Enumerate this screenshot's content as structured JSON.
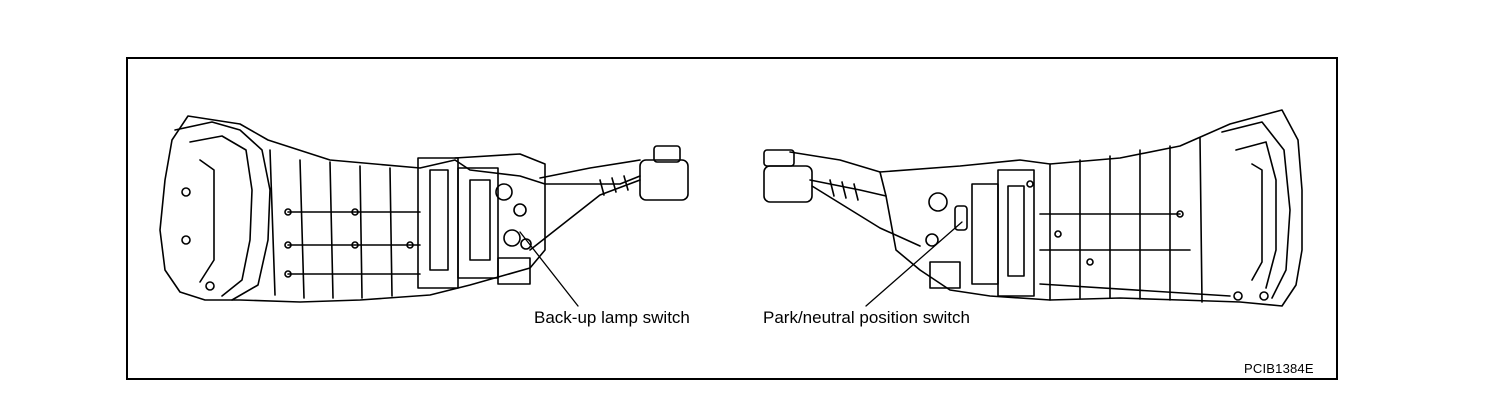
{
  "figure": {
    "callouts": {
      "backup_lamp_switch": "Back-up lamp switch",
      "park_neutral_switch": "Park/neutral position switch"
    },
    "figure_code": "PCIB1384E"
  },
  "colors": {
    "line": "#000000",
    "background": "#ffffff"
  }
}
